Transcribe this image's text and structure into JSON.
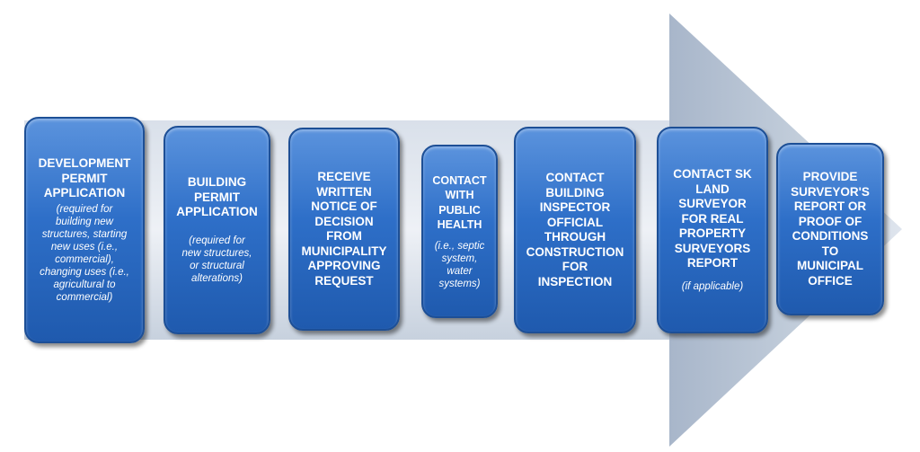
{
  "colors": {
    "box_fill": "#2e6fc8",
    "box_border": "#1d4f96",
    "arrow_light": "#e4e9f1",
    "arrow_dark": "#a9b8ce"
  },
  "steps": [
    {
      "title": "DEVELOPMENT\nPERMIT\nAPPLICATION",
      "note": "(required for\nbuilding new\nstructures, starting\nnew uses (i.e.,\ncommercial),\nchanging uses (i.e.,\nagricultural to\ncommercial)"
    },
    {
      "title": "BUILDING\nPERMIT\nAPPLICATION",
      "note": "(required for\nnew structures,\nor structural\nalterations)"
    },
    {
      "title": "RECEIVE\nWRITTEN\nNOTICE OF\nDECISION\nFROM\nMUNICIPALITY\nAPPROVING\nREQUEST",
      "note": ""
    },
    {
      "title": "CONTACT\nWITH\nPUBLIC\nHEALTH",
      "note": "(i.e., septic\nsystem,\nwater\nsystems)"
    },
    {
      "title": "CONTACT\nBUILDING\nINSPECTOR\nOFFICIAL\nTHROUGH\nCONSTRUCTION\nFOR\nINSPECTION",
      "note": ""
    },
    {
      "title": "CONTACT SK\nLAND\nSURVEYOR\nFOR REAL\nPROPERTY\nSURVEYORS\nREPORT",
      "note": "(if applicable)"
    },
    {
      "title": "PROVIDE\nSURVEYOR'S\nREPORT OR\nPROOF OF\nCONDITIONS\nTO\nMUNICIPAL\nOFFICE",
      "note": ""
    }
  ]
}
